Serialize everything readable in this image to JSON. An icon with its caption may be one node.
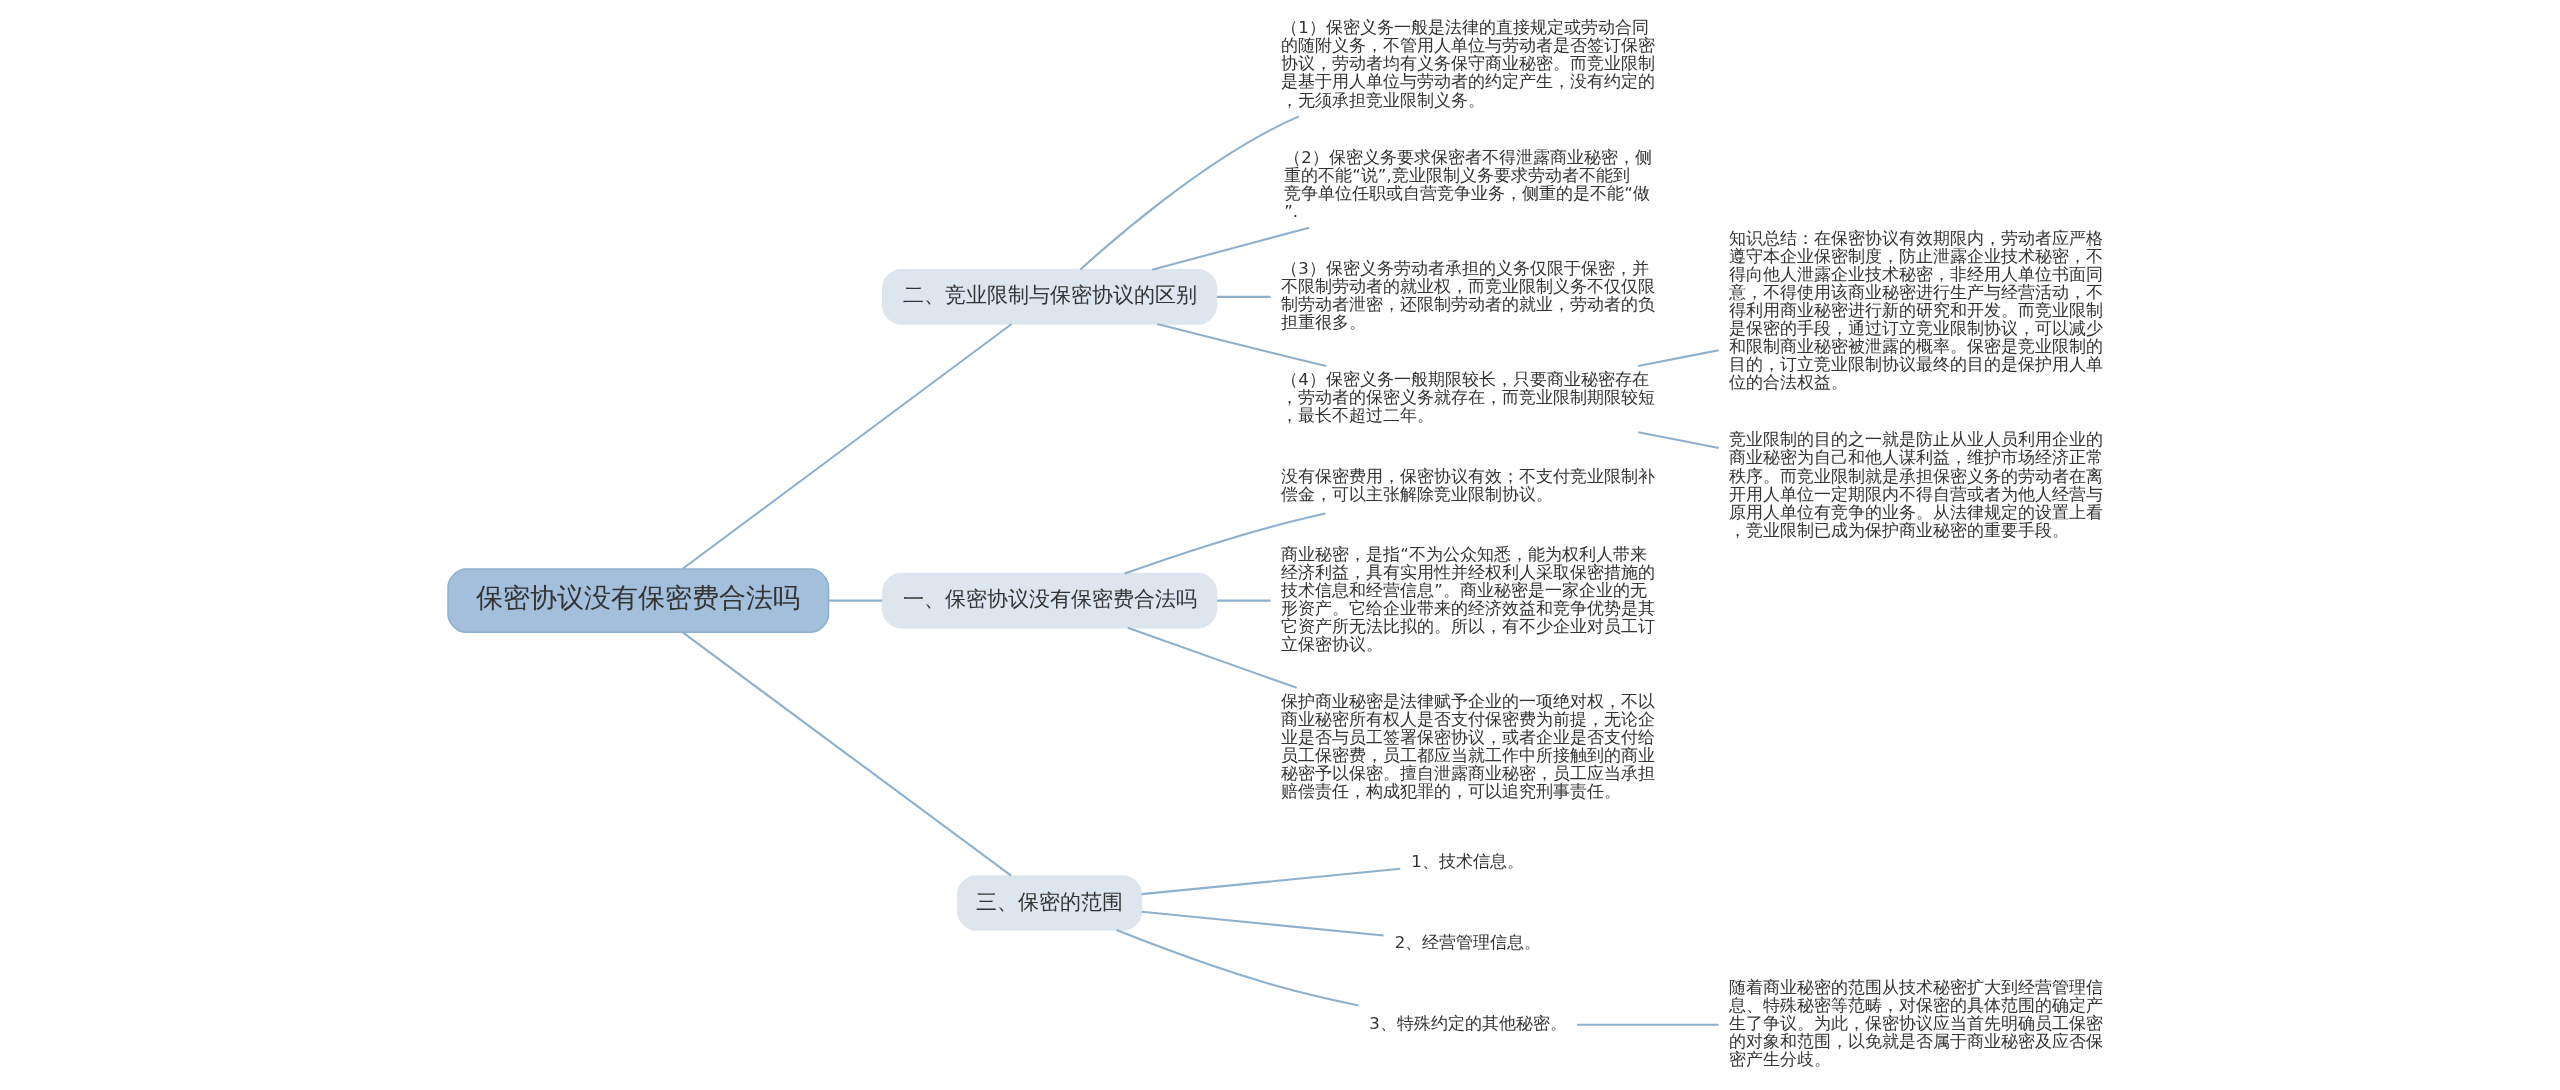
{
  "diagram": {
    "nodes": [
      {
        "text": [
          "保密协议没有保密费合法吗"
        ]
      },
      {
        "text": [
          "二、竞业限制与保密协议的区别"
        ]
      },
      {
        "text": [
          "（1）保密义务一般是法律的直接规定或劳动合同的随附义务，不管用人单位与劳动者是否签订保密协议，劳动者均有义务保守商业秘密。而竞业限制是基于用人单位与劳动者的约定产生，没有约定的，无须承担竞业限制义务。"
        ]
      },
      {
        "text": [
          "（2）保密义务要求保密者不得泄露商业秘密，侧重的不能“说”,竞业限制义务要求劳动者不能到竞争单位任职或自营竞争业务，侧重的是不能“做”."
        ]
      },
      {
        "text": [
          "（3）保密义务劳动者承担的义务仅限于保密，并不限制劳动者的就业权，而竞业限制义务不仅仅限制劳动者泄密，还限制劳动者的就业，劳动者的负担重很多。"
        ]
      },
      {
        "text": [
          "（4）保密义务一般期限较长，只要商业秘密存在，劳动者的保密义务就存在，而竞业限制期限较短，最长不超过二年。"
        ]
      },
      {
        "text": [
          "知识总结：在保密协议有效期限内，劳动者应严格遵守本企业保密制度，防止泄露企业技术秘密，不得向他人泄露企业技术秘密，非经用人单位书面同意，不得使用该商业秘密进行生产与经营活动，不得利用商业秘密进行新的研究和开发。而竞业限制是保密的手段，通过订立竞业限制协议，可以减少和限制商业秘密被泄露的概率。保密是竞业限制的目的，订立竞业限制协议最终的目的是保护用人单位的合法权益。"
        ]
      },
      {
        "text": [
          "竞业限制的目的之一就是防止从业人员利用企业的商业秘密为自己和他人谋利益，维护市场经济正常秩序。而竞业限制就是承担保密义务的劳动者在离开用人单位一定期限内不得自营或者为他人经营与原用人单位有竞争的业务。从法律规定的设置上看，竞业限制已成为保护商业秘密的重要手段。"
        ]
      },
      {
        "text": [
          "一、保密协议没有保密费合法吗"
        ]
      },
      {
        "text": [
          "没有保密费用，保密协议有效；不支付竞业限制补偿金，可以主张解除竞业限制协议。"
        ]
      },
      {
        "text": [
          "商业秘密，是指“不为公众知悉，能为权利人带来经济利益，具有实用性并经权利人采取保密措施的技术信息和经营信息”。商业秘密是一家企业的无形资产。它给企业带来的经济效益和竞争优势是其它资产所无法比拟的。所以，有不少企业对员工订立保密协议。"
        ]
      },
      {
        "text": [
          "保护商业秘密是法律赋予企业的一项绝对权，不以商业秘密所有权人是否支付保密费为前提，无论企业是否与员工签署保密协议，或者企业是否支付给员工保密费，员工都应当就工作中所接触到的商业秘密予以保密。擅自泄露商业秘密，员工应当承担赔偿责任，构成犯罪的，可以追究刑事责任。"
        ]
      },
      {
        "text": [
          "三、保密的范围"
        ]
      },
      {
        "text": [
          "1、技术信息。"
        ]
      },
      {
        "text": [
          "2、经营管理信息。"
        ]
      },
      {
        "text": [
          "3、特殊约定的其他秘密。"
        ]
      },
      {
        "text": [
          "随着商业秘密的范围从技术秘密扩大到经营管理信息、特殊秘密等范畴，对保密的具体范围的确定产生了争议。为此，保密协议应当首先明确员工保密的对象和范围，以免就是否属于商业秘密及应否保密产生分歧。"
        ]
      }
    ],
    "edges": [
      {
        "from": 0,
        "to": 1,
        "arrow": "none"
      },
      {
        "from": 1,
        "to": 2,
        "arrow": "none"
      },
      {
        "from": 1,
        "to": 3,
        "arrow": "none"
      },
      {
        "from": 1,
        "to": 4,
        "arrow": "none"
      },
      {
        "from": 1,
        "to": 5,
        "arrow": "none"
      },
      {
        "from": 5,
        "to": 6,
        "arrow": "none"
      },
      {
        "from": 5,
        "to": 7,
        "arrow": "none"
      },
      {
        "from": 0,
        "to": 8,
        "arrow": "none"
      },
      {
        "from": 8,
        "to": 9,
        "arrow": "none"
      },
      {
        "from": 8,
        "to": 10,
        "arrow": "none"
      },
      {
        "from": 8,
        "to": 11,
        "arrow": "none"
      },
      {
        "from": 0,
        "to": 12,
        "arrow": "none"
      },
      {
        "from": 12,
        "to": 13,
        "arrow": "none"
      },
      {
        "from": 12,
        "to": 14,
        "arrow": "none"
      },
      {
        "from": 12,
        "to": 15,
        "arrow": "none"
      },
      {
        "from": 15,
        "to": 16,
        "arrow": "none"
      }
    ]
  }
}
